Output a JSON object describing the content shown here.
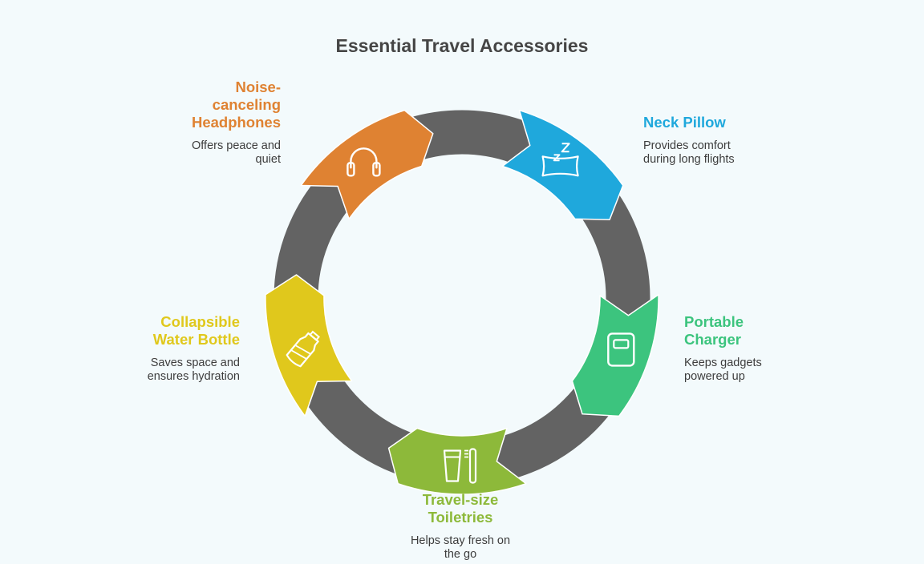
{
  "title": "Essential Travel Accessories",
  "colors": {
    "background": "#f3fafc",
    "ring": "#636363",
    "title": "#454545",
    "description": "#3d3d3d"
  },
  "items": [
    {
      "label": "Noise-\ncanceling\nHeadphones",
      "description": "Offers peace and\nquiet",
      "color": "#df8232",
      "icon": "headphones-icon"
    },
    {
      "label": "Neck Pillow",
      "description": "Provides comfort\nduring long flights",
      "color": "#1fa8dc",
      "icon": "neck-pillow-icon"
    },
    {
      "label": "Portable\nCharger",
      "description": "Keeps gadgets\npowered up",
      "color": "#3cc47e",
      "icon": "portable-charger-icon"
    },
    {
      "label": "Travel-size\nToiletries",
      "description": "Helps stay fresh on\nthe go",
      "color": "#8db93a",
      "icon": "toiletries-icon"
    },
    {
      "label": "Collapsible\nWater Bottle",
      "description": "Saves space and\nensures hydration",
      "color": "#e0c81c",
      "icon": "water-bottle-icon"
    }
  ]
}
